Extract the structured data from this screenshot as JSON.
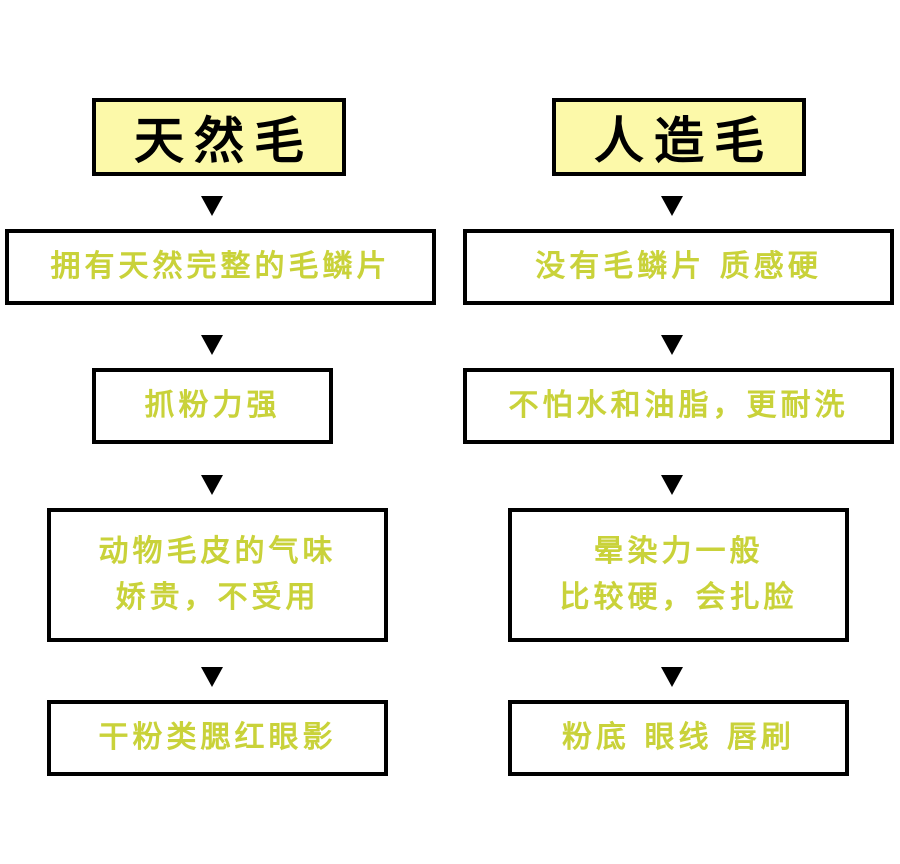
{
  "left_column": {
    "header": "天然毛",
    "items": [
      "拥有天然完整的毛鳞片",
      "抓粉力强",
      "动物毛皮的气味\n娇贵，不受用",
      "干粉类腮红眼影"
    ]
  },
  "right_column": {
    "header": "人造毛",
    "items": [
      "没有毛鳞片  质感硬",
      "不怕水和油脂，更耐洗",
      "晕染力一般\n比较硬，会扎脸",
      "粉底 眼线 唇刷"
    ]
  },
  "colors": {
    "header_fill": "#fcf9a9",
    "text_accent": "#c9d23a",
    "border": "#000000"
  }
}
